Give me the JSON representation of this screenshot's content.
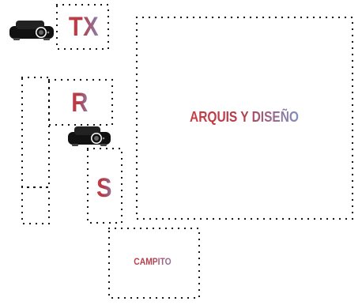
{
  "labels": {
    "tx": "TX",
    "r": "R",
    "s": "S",
    "arquis": "ARQUIS Y DISEÑO",
    "campito": "CAMPITO"
  },
  "icons": {
    "projector": "projector-icon"
  },
  "colors": {
    "dots": "#000000",
    "text_start": "#c83e45",
    "text_mid": "#b53a47",
    "text_end": "#7f93c9"
  }
}
